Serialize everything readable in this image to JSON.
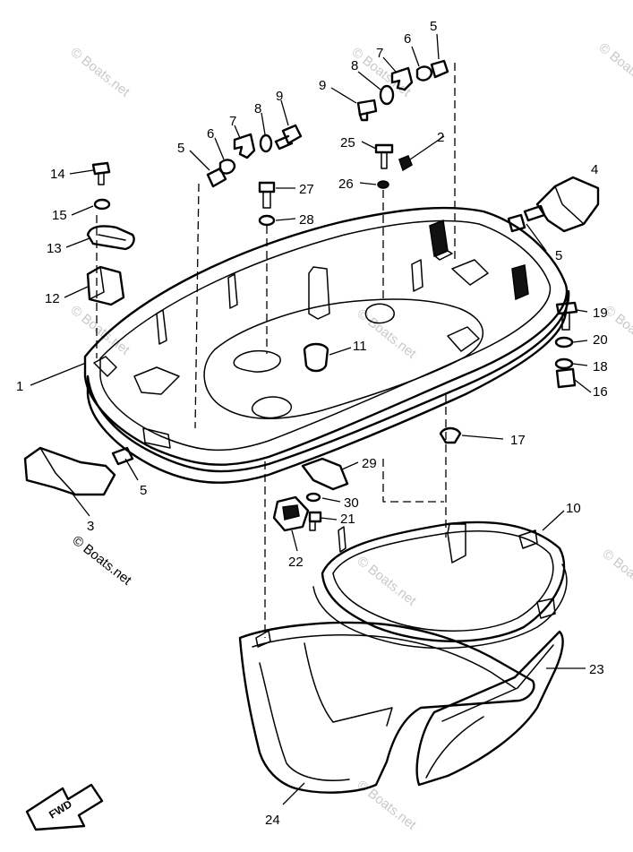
{
  "watermark": "© Boats.net",
  "fwd_label": "FWD",
  "callouts": {
    "c1": "1",
    "c2": "2",
    "c3": "3",
    "c4": "4",
    "c5a": "5",
    "c5b": "5",
    "c5c": "5",
    "c5d": "5",
    "c6a": "6",
    "c6b": "6",
    "c7a": "7",
    "c7b": "7",
    "c8a": "8",
    "c8b": "8",
    "c9a": "9",
    "c9b": "9",
    "c10": "10",
    "c11": "11",
    "c12": "12",
    "c13": "13",
    "c14": "14",
    "c15": "15",
    "c16": "16",
    "c17": "17",
    "c18": "18",
    "c19": "19",
    "c20": "20",
    "c21": "21",
    "c22": "22",
    "c23": "23",
    "c24": "24",
    "c25": "25",
    "c26": "26",
    "c27": "27",
    "c28": "28",
    "c29": "29",
    "c30": "30"
  }
}
